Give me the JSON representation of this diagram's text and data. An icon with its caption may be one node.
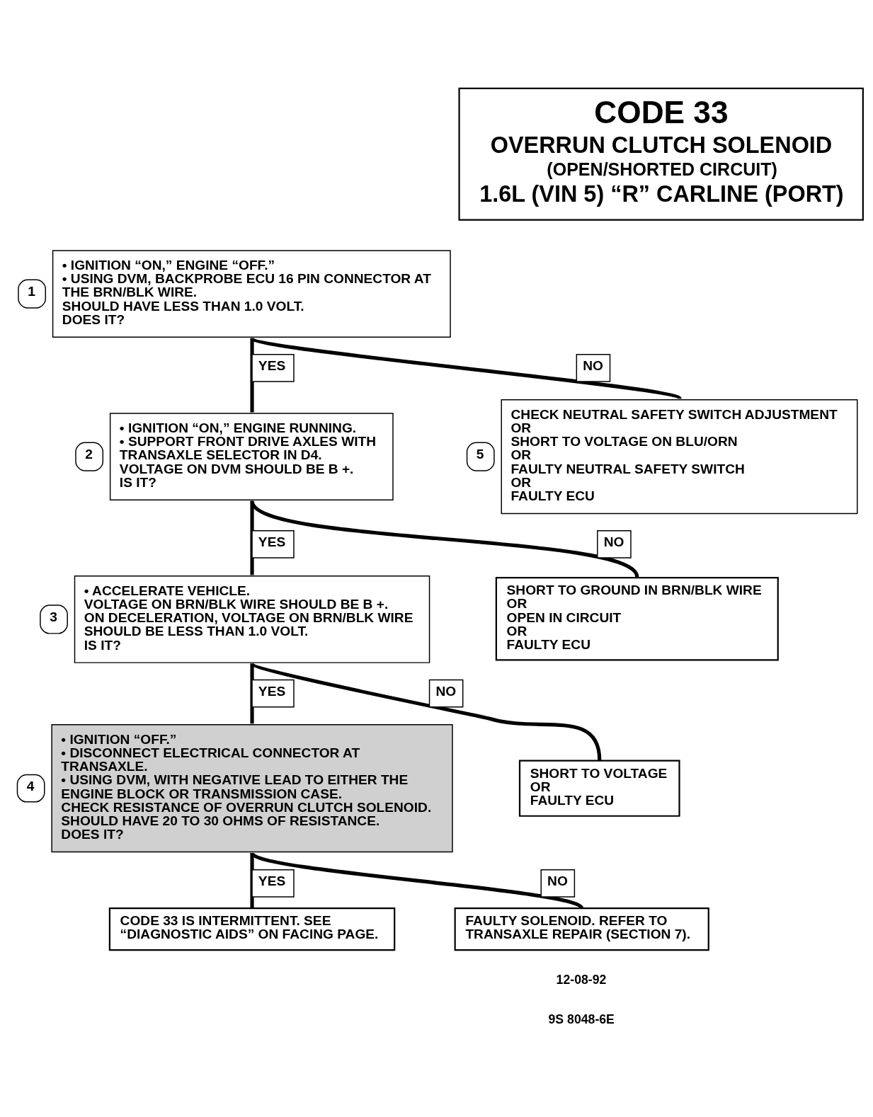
{
  "diagram": {
    "nodes": [
      {
        "text": [
          "CODE 33",
          "OVERRUN CLUTCH SOLENOID",
          "(OPEN/SHORTED CIRCUIT)",
          "1.6L (VIN 5) “R” CARLINE (PORT)"
        ]
      },
      {
        "text": [
          "• IGNITION “ON,” ENGINE “OFF.”",
          "• USING DVM, BACKPROBE ECU 16 PIN CONNECTOR AT THE BRN/BLK WIRE.",
          "SHOULD HAVE LESS THAN 1.0 VOLT.",
          "DOES IT?"
        ],
        "beside": [
          "1"
        ]
      },
      {
        "text": [
          "• IGNITION “ON,” ENGINE RUNNING.",
          "• SUPPORT FRONT DRIVE AXLES WITH TRANSAXLE SELECTOR IN D4.",
          "VOLTAGE ON DVM SHOULD BE B +.",
          "IS IT?"
        ],
        "beside": [
          "2"
        ]
      },
      {
        "text": [
          "CHECK NEUTRAL SAFETY SWITCH ADJUSTMENT",
          "OR",
          "SHORT TO VOLTAGE ON BLU/ORN",
          "OR",
          "FAULTY NEUTRAL SAFETY SWITCH",
          "OR",
          "FAULTY ECU"
        ],
        "beside": [
          "5"
        ]
      },
      {
        "text": [
          "• ACCELERATE VEHICLE.",
          "VOLTAGE ON BRN/BLK WIRE SHOULD BE B +.",
          "ON DECELERATION, VOLTAGE ON BRN/BLK WIRE SHOULD BE LESS THAN 1.0 VOLT.",
          "IS IT?"
        ],
        "beside": [
          "3"
        ]
      },
      {
        "text": [
          "SHORT TO GROUND IN BRN/BLK WIRE",
          "OR",
          "OPEN IN CIRCUIT",
          "OR",
          "FAULTY ECU"
        ]
      },
      {
        "text": [
          "• IGNITION “OFF.”",
          "• DISCONNECT ELECTRICAL CONNECTOR AT TRANSAXLE.",
          "• USING DVM, WITH NEGATIVE LEAD TO EITHER THE ENGINE BLOCK OR TRANSMISSION CASE.",
          "CHECK RESISTANCE OF OVERRUN CLUTCH SOLENOID.",
          "SHOULD HAVE 20 TO 30 OHMS OF RESISTANCE.",
          "DOES IT?"
        ],
        "beside": [
          "4"
        ]
      },
      {
        "text": [
          "SHORT TO VOLTAGE",
          "OR",
          "FAULTY ECU"
        ]
      },
      {
        "text": [
          "CODE 33 IS INTERMITTENT. SEE “DIAGNOSTIC AIDS” ON FACING PAGE."
        ]
      },
      {
        "text": [
          "FAULTY SOLENOID. REFER TO TRANSAXLE REPAIR (SECTION 7)."
        ]
      }
    ],
    "edges": [
      {
        "from": 1,
        "to": 2,
        "arrow": "none",
        "label": "YES"
      },
      {
        "from": 1,
        "to": 3,
        "arrow": "none",
        "label": "NO"
      },
      {
        "from": 2,
        "to": 4,
        "arrow": "none",
        "label": "YES"
      },
      {
        "from": 2,
        "to": 5,
        "arrow": "none",
        "label": "NO"
      },
      {
        "from": 4,
        "to": 6,
        "arrow": "none",
        "label": "YES"
      },
      {
        "from": 4,
        "to": 7,
        "arrow": "none",
        "label": "NO"
      },
      {
        "from": 6,
        "to": 8,
        "arrow": "none",
        "label": "YES"
      },
      {
        "from": 6,
        "to": 9,
        "arrow": "none",
        "label": "NO"
      }
    ],
    "labels": [
      "12-08-92",
      "9S 8048-6E"
    ]
  }
}
